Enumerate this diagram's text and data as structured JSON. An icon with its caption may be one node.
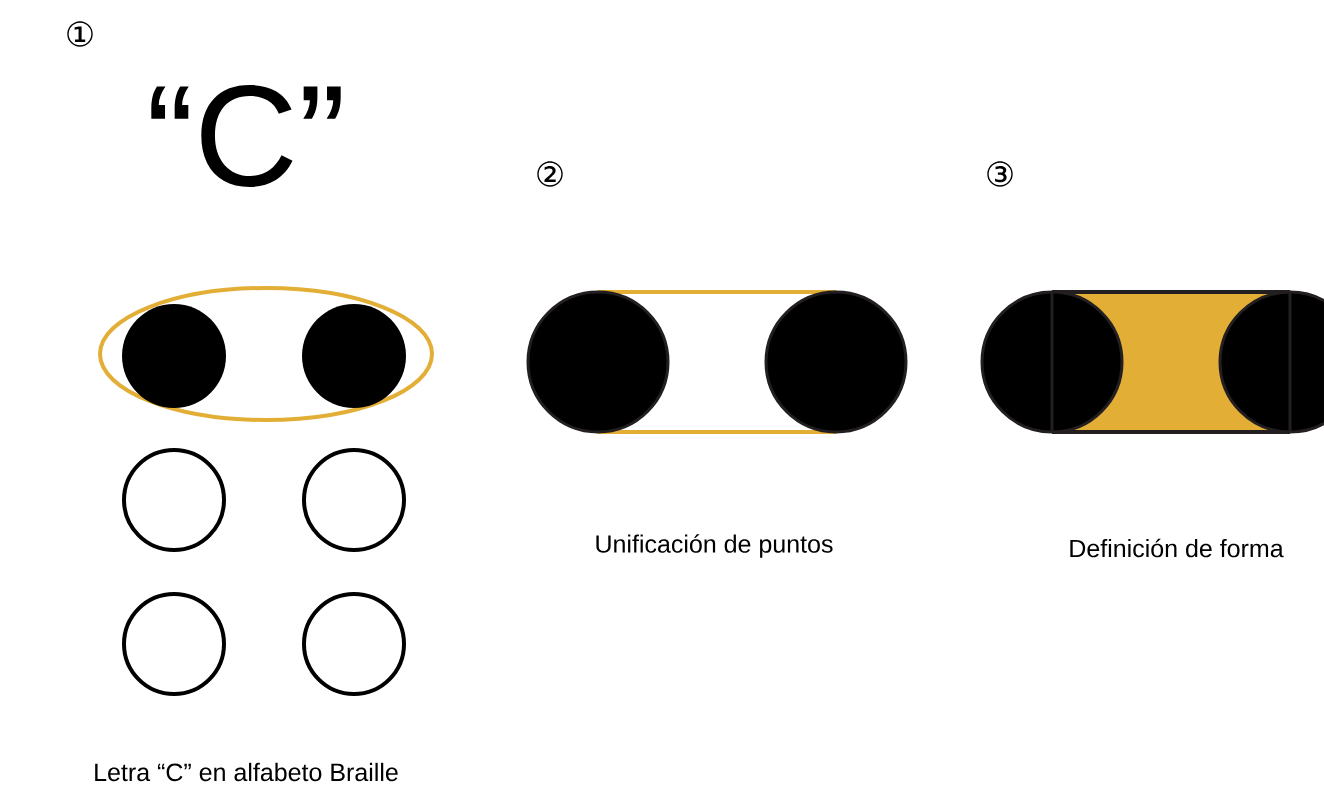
{
  "diagram": {
    "labels": [
      "①",
      "“C”",
      "②",
      "③",
      "Unificación de puntos",
      "Definición de forma",
      "Letra “C” en alfabeto Braille"
    ]
  }
}
